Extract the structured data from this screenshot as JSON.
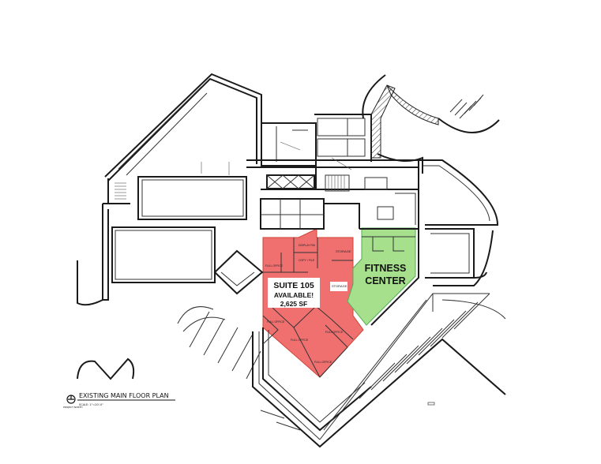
{
  "plan": {
    "title": "EXISTING MAIN FLOOR PLAN",
    "scale": "SCALE: 1\"=20'-0\"",
    "north": "PROJECT NORTH"
  },
  "suite": {
    "name": "SUITE 105",
    "status": "AVAILABLE!",
    "area": "2,625 SF",
    "color": "#f07070"
  },
  "fitness": {
    "line1": "FITNESS",
    "line2": "CENTER",
    "color": "#a6e08c"
  },
  "rooms": {
    "storage1": "STORAGE",
    "storage2": "STORAGE",
    "office1": "FULL OFFICE",
    "office2": "FULL OFFICE",
    "office3": "FULL OFFICE",
    "office4": "FULL OFFICE",
    "office5": "FULL OFFICE",
    "display": "DISPLAY RM",
    "copy": "COPY / FILE"
  }
}
